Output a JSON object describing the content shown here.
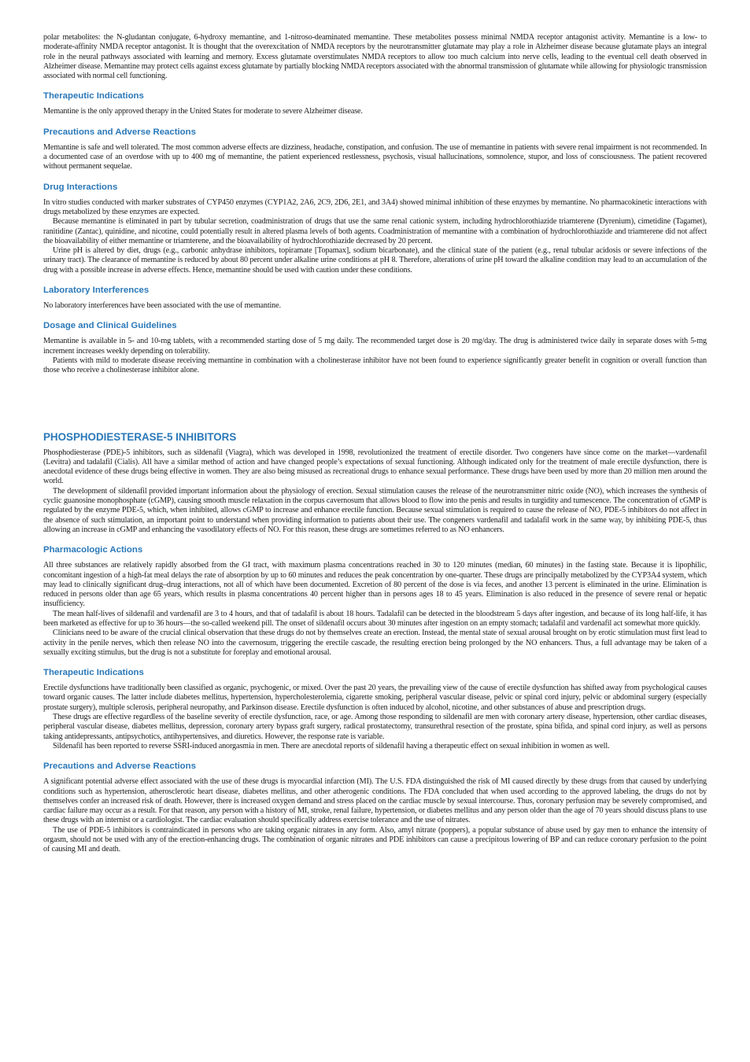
{
  "intro": [
    "polar metabolites: the N-gludantan conjugate, 6-hydroxy memantine, and 1-nitroso-deaminated memantine. These metabolites possess minimal NMDA receptor antagonist activity. Memantine is a low- to moderate-affinity NMDA receptor antagonist. It is thought that the overexcitation of NMDA receptors by the neurotransmitter glutamate may play a role in Alzheimer disease because glutamate plays an integral role in the neural pathways associated with learning and memory. Excess glutamate overstimulates NMDA receptors to allow too much calcium into nerve cells, leading to the eventual cell death observed in Alzheimer disease. Memantine may protect cells against excess glutamate by partially blocking NMDA receptors associated with the abnormal transmission of glutamate while allowing for physiologic transmission associated with normal cell functioning."
  ],
  "memantine": {
    "therapeutic": {
      "heading": "Therapeutic Indications",
      "paras": [
        "Memantine is the only approved therapy in the United States for moderate to severe Alzheimer disease."
      ]
    },
    "precautions": {
      "heading": "Precautions and Adverse Reactions",
      "paras": [
        "Memantine is safe and well tolerated. The most common adverse effects are dizziness, headache, constipation, and confusion. The use of memantine in patients with severe renal impairment is not recommended. In a documented case of an overdose with up to 400 mg of memantine, the patient experienced restlessness, psychosis, visual hallucinations, somnolence, stupor, and loss of consciousness. The patient recovered without permanent sequelae."
      ]
    },
    "interactions": {
      "heading": "Drug Interactions",
      "paras": [
        "In vitro studies conducted with marker substrates of CYP450 enzymes (CYP1A2, 2A6, 2C9, 2D6, 2E1, and 3A4) showed minimal inhibition of these enzymes by memantine. No pharmacokinetic interactions with drugs metabolized by these enzymes are expected.",
        "Because memantine is eliminated in part by tubular secretion, coadministration of drugs that use the same renal cationic system, including hydrochlorothiazide triamterene (Dyrenium), cimetidine (Tagamet), ranitidine (Zantac), quinidine, and nicotine, could potentially result in altered plasma levels of both agents. Coadministration of memantine with a combination of hydrochlorothiazide and triamterene did not affect the bioavailability of either memantine or triamterene, and the bioavailability of hydrochlorothiazide decreased by 20 percent.",
        "Urine pH is altered by diet, drugs (e.g., carbonic anhydrase inhibitors, topiramate [Topamax], sodium bicarbonate), and the clinical state of the patient (e.g., renal tubular acidosis or severe infections of the urinary tract). The clearance of memantine is reduced by about 80 percent under alkaline urine conditions at pH 8. Therefore, alterations of urine pH toward the alkaline condition may lead to an accumulation of the drug with a possible increase in adverse effects. Hence, memantine should be used with caution under these conditions."
      ]
    },
    "lab": {
      "heading": "Laboratory Interferences",
      "paras": [
        "No laboratory interferences have been associated with the use of memantine."
      ]
    },
    "dosage": {
      "heading": "Dosage and Clinical Guidelines",
      "paras": [
        "Memantine is available in 5- and 10-mg tablets, with a recommended starting dose of 5 mg daily. The recommended target dose is 20 mg/day. The drug is administered twice daily in separate doses with 5-mg increment increases weekly depending on tolerability.",
        "Patients with mild to moderate disease receiving memantine in combination with a cholinesterase inhibitor have not been found to experience significantly greater benefit in cognition or overall function than those who receive a cholinesterase inhibitor alone."
      ]
    }
  },
  "pde5": {
    "title": "PHOSPHODIESTERASE-5 INHIBITORS",
    "intro": [
      "Phosphodiesterase (PDE)-5 inhibitors, such as sildenafil (Viagra), which was developed in 1998, revolutionized the treatment of erectile disorder. Two congeners have since come on the market—vardenafil (Levitra) and tadalafil (Cialis). All have a similar method of action and have changed people’s expectations of sexual functioning. Although indicated only for the treatment of male erectile dysfunction, there is anecdotal evidence of these drugs being effective in women. They are also being misused as recreational drugs to enhance sexual performance. These drugs have been used by more than 20 million men around the world.",
      "The development of sildenafil provided important information about the physiology of erection. Sexual stimulation causes the release of the neurotransmitter nitric oxide (NO), which increases the synthesis of cyclic guanosine monophosphate (cGMP), causing smooth muscle relaxation in the corpus cavernosum that allows blood to flow into the penis and results in turgidity and tumescence. The concentration of cGMP is regulated by the enzyme PDE-5, which, when inhibited, allows cGMP to increase and enhance erectile function. Because sexual stimulation is required to cause the release of NO, PDE-5 inhibitors do not affect in the absence of such stimulation, an important point to understand when providing information to patients about their use. The congeners vardenafil and tadalafil work in the same way, by inhibiting PDE-5, thus allowing an increase in cGMP and enhancing the vasodilatory effects of NO. For this reason, these drugs are sometimes referred to as NO enhancers."
    ],
    "pharmacologic": {
      "heading": "Pharmacologic Actions",
      "paras": [
        "All three substances are relatively rapidly absorbed from the GI tract, with maximum plasma concentrations reached in 30 to 120 minutes (median, 60 minutes) in the fasting state. Because it is lipophilic, concomitant ingestion of a high-fat meal delays the rate of absorption by up to 60 minutes and reduces the peak concentration by one-quarter. These drugs are principally metabolized by the CYP3A4 system, which may lead to clinically significant drug–drug interactions, not all of which have been documented. Excretion of 80 percent of the dose is via feces, and another 13 percent is eliminated in the urine. Elimination is reduced in persons older than age 65 years, which results in plasma concentrations 40 percent higher than in persons ages 18 to 45 years. Elimination is also reduced in the presence of severe renal or hepatic insufficiency.",
        "The mean half-lives of sildenafil and vardenafil are 3 to 4 hours, and that of tadalafil is about 18 hours. Tadalafil can be detected in the bloodstream 5 days after ingestion, and because of its long half-life, it has been marketed as effective for up to 36 hours—the so-called weekend pill. The onset of sildenafil occurs about 30 minutes after ingestion on an empty stomach; tadalafil and vardenafil act somewhat more quickly.",
        "Clinicians need to be aware of the crucial clinical observation that these drugs do not by themselves create an erection. Instead, the mental state of sexual arousal brought on by erotic stimulation must first lead to activity in the penile nerves, which then release NO into the cavernosum, triggering the erectile cascade, the resulting erection being prolonged by the NO enhancers. Thus, a full advantage may be taken of a sexually exciting stimulus, but the drug is not a substitute for foreplay and emotional arousal."
      ]
    },
    "therapeutic": {
      "heading": "Therapeutic Indications",
      "paras": [
        "Erectile dysfunctions have traditionally been classified as organic, psychogenic, or mixed. Over the past 20 years, the prevailing view of the cause of erectile dysfunction has shifted away from psychological causes toward organic causes. The latter include diabetes mellitus, hypertension, hypercholesterolemia, cigarette smoking, peripheral vascular disease, pelvic or spinal cord injury, pelvic or abdominal surgery (especially prostate surgery), multiple sclerosis, peripheral neuropathy, and Parkinson disease. Erectile dysfunction is often induced by alcohol, nicotine, and other substances of abuse and prescription drugs.",
        "These drugs are effective regardless of the baseline severity of erectile dysfunction, race, or age. Among those responding to sildenafil are men with coronary artery disease, hypertension, other cardiac diseases, peripheral vascular disease, diabetes mellitus, depression, coronary artery bypass graft surgery, radical prostatectomy, transurethral resection of the prostate, spina bifida, and spinal cord injury, as well as persons taking antidepressants, antipsychotics, antihypertensives, and diuretics. However, the response rate is variable.",
        "Sildenafil has been reported to reverse SSRI-induced anorgasmia in men. There are anecdotal reports of sildenafil having a therapeutic effect on sexual inhibition in women as well."
      ]
    },
    "precautions": {
      "heading": "Precautions and Adverse Reactions",
      "paras": [
        "A significant potential adverse effect associated with the use of these drugs is myocardial infarction (MI). The U.S. FDA distinguished the risk of MI caused directly by these drugs from that caused by underlying conditions such as hypertension, atherosclerotic heart disease, diabetes mellitus, and other atherogenic conditions. The FDA concluded that when used according to the approved labeling, the drugs do not by themselves confer an increased risk of death. However, there is increased oxygen demand and stress placed on the cardiac muscle by sexual intercourse. Thus, coronary perfusion may be severely compromised, and cardiac failure may occur as a result. For that reason, any person with a history of MI, stroke, renal failure, hypertension, or diabetes mellitus and any person older than the age of 70 years should discuss plans to use these drugs with an internist or a cardiologist. The cardiac evaluation should specifically address exercise tolerance and the use of nitrates.",
        "The use of PDE-5 inhibitors is contraindicated in persons who are taking organic nitrates in any form. Also, amyl nitrate (poppers), a popular substance of abuse used by gay men to enhance the intensity of orgasm, should not be used with any of the erection-enhancing drugs. The combination of organic nitrates and PDE inhibitors can cause a precipitous lowering of BP and can reduce coronary perfusion to the point of causing MI and death."
      ]
    }
  }
}
